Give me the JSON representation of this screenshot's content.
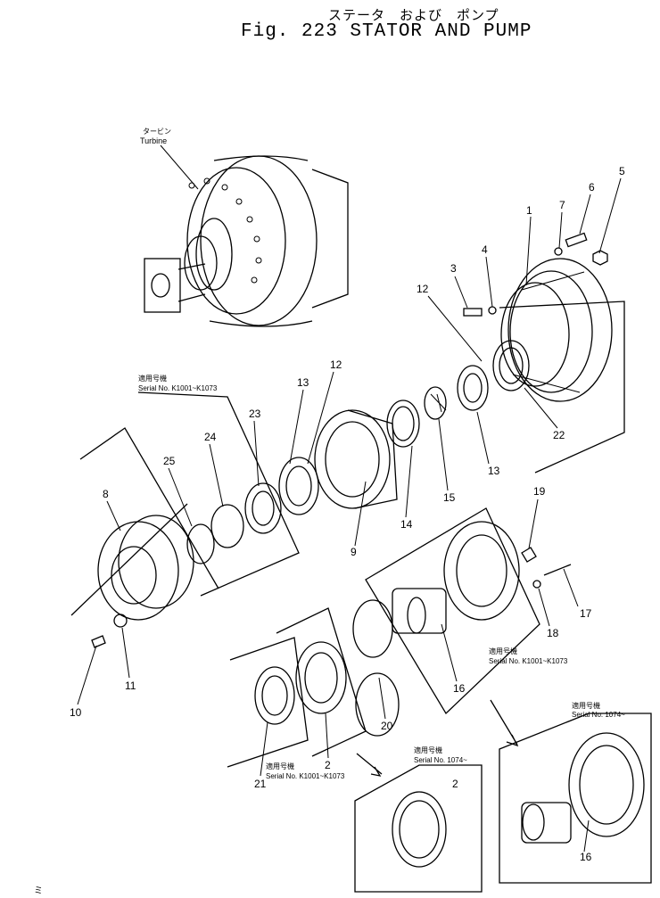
{
  "title_jp": "ステータ　および　ポンプ",
  "title_en": "Fig. 223   STATOR AND PUMP",
  "labels": {
    "turbine_jp": "タービン",
    "turbine": "Turbine",
    "serial_jp": "適用号機",
    "serial_k1001_k1073": "Serial No. K1001~K1073",
    "serial_1074": "Serial No. 1074~",
    "corner_mark": "ミ"
  },
  "part_numbers": [
    "1",
    "2",
    "3",
    "4",
    "5",
    "6",
    "7",
    "8",
    "9",
    "10",
    "11",
    "12",
    "13",
    "14",
    "15",
    "16",
    "17",
    "18",
    "19",
    "20",
    "21",
    "22",
    "23",
    "24",
    "25"
  ]
}
